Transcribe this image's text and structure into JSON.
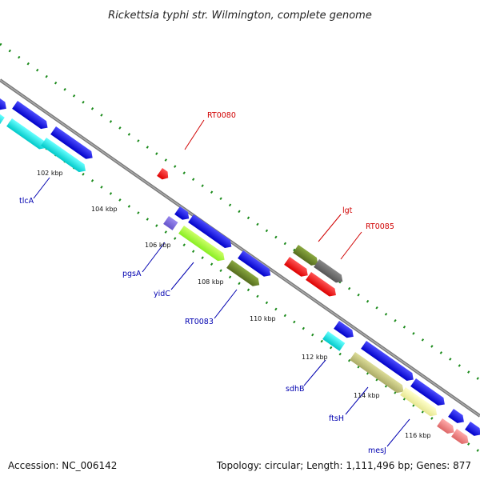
{
  "title": "Rickettsia typhi str. Wilmington, complete genome",
  "footer": {
    "accession": "Accession: NC_006142",
    "summary": "Topology: circular; Length: 1,111,496 bp; Genes: 877"
  },
  "tick_labels": [
    "102 kbp",
    "104 kbp",
    "106 kbp",
    "108 kbp",
    "110 kbp",
    "112 kbp",
    "114 kbp",
    "116 kbp"
  ],
  "gene_labels": {
    "tlcA": "tlcA",
    "pgsA": "pgsA",
    "yidC": "yidC",
    "RT0083": "RT0083",
    "sdhB": "sdhB",
    "ftsH": "ftsH",
    "mesJ": "mesJ",
    "RT0080": "RT0080",
    "lgt": "lgt",
    "RT0085": "RT0085"
  },
  "colors": {
    "backbone": "#888888",
    "tick": "#1a8a1a",
    "blue_feature": "#0000ee",
    "cyan_feature": "#00e0e0",
    "red_feature": "#ff0000",
    "olive_feature": "#6b8e23",
    "lime_feature": "#99ff33",
    "khaki_feature": "#c8c878",
    "pink_feature": "#ee7a7a",
    "gray_feature": "#666666",
    "purple_feature": "#7766dd",
    "label_blue": "#0000b0",
    "label_red": "#d00000"
  }
}
